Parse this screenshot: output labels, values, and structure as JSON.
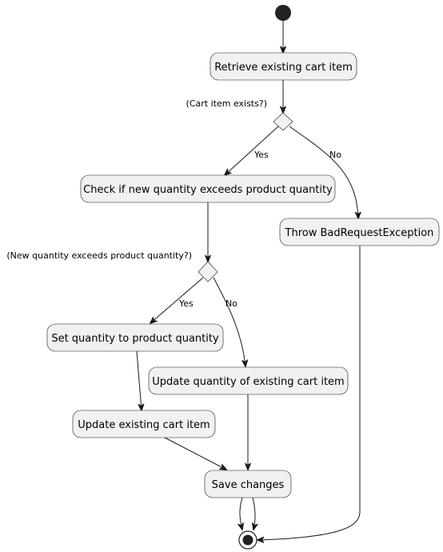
{
  "nodes": {
    "retrieve": "Retrieve existing cart item",
    "check": "Check if new quantity exceeds product quantity",
    "throw": "Throw BadRequestException",
    "set_qty": "Set quantity to product quantity",
    "update_qty": "Update quantity of existing cart item",
    "update_item": "Update existing cart item",
    "save": "Save changes"
  },
  "decisions": {
    "exists": "(Cart item exists?)",
    "exceeds": "(New quantity exceeds product quantity?)"
  },
  "branch_labels": {
    "exists_yes": "Yes",
    "exists_no": "No",
    "exceeds_yes": "Yes",
    "exceeds_no": "No"
  }
}
